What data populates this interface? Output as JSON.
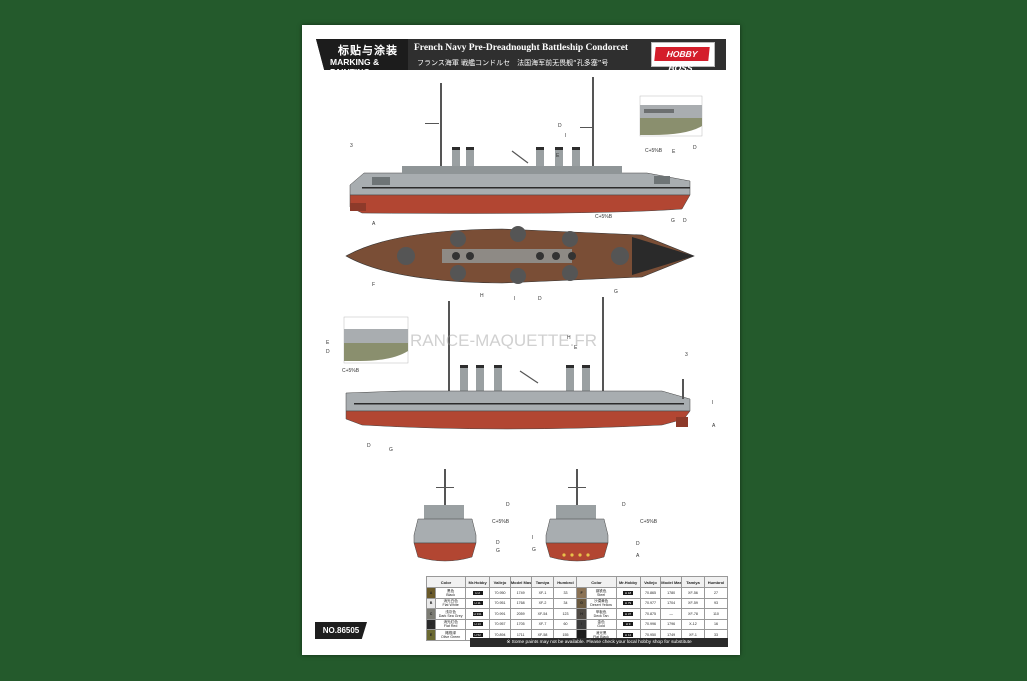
{
  "header": {
    "cn_title": "标贴与涂装",
    "en_title": "MARKING & PAINTING",
    "model_title": "French Navy Pre-Dreadnought Battleship Condorcet",
    "sub_title": "フランス海軍 戦艦コンドルセ　法国海军前无畏舰“孔多塞”号",
    "brand": "HOBBY BOSS"
  },
  "watermark": "RANCE-MAQUETTE.FR",
  "product_no": "NO.86505",
  "callouts": {
    "side_top": [
      "3",
      "D",
      "I",
      "E",
      "C+5%B",
      "C+5%B",
      "E",
      "D",
      "A",
      "G",
      "D",
      "G"
    ],
    "deck": [
      "F",
      "H",
      "I",
      "D",
      "G"
    ],
    "side_bottom": [
      "E",
      "D",
      "C+5%B",
      "H",
      "E",
      "3",
      "I",
      "A",
      "D",
      "G"
    ],
    "front_left": [
      "D",
      "C+5%B",
      "D",
      "G"
    ],
    "front_right": [
      "D",
      "C+5%B",
      "I",
      "G",
      "D",
      "A"
    ]
  },
  "colors": {
    "bg": "#245a2c",
    "hull_grey": "#a8adb0",
    "hull_red": "#b24632",
    "deck_wood": "#7a4e36",
    "brand_red": "#d41e2b"
  },
  "color_table": {
    "headers": [
      "Color",
      "Mr.Hobby",
      "Vallejo",
      "Model Master",
      "Tamiya",
      "Humbrol"
    ],
    "left": [
      {
        "code": "A",
        "name": "黑色",
        "en": "Black",
        "swatch": "#6a5a2a",
        "hobby": "H 2",
        "vallejo": "70.950",
        "mm": "1749",
        "tamiya": "XF-1",
        "humbrol": "33"
      },
      {
        "code": "B",
        "name": "消光白色",
        "en": "Flat White",
        "swatch": "#e8e8e8",
        "hobby": "H 11",
        "vallejo": "70.951",
        "mm": "1768",
        "tamiya": "XF-2",
        "humbrol": "34"
      },
      {
        "code": "C",
        "name": "浅灰色",
        "en": "Dark Sea Grey",
        "swatch": "#7c7c74",
        "hobby": "H 331",
        "vallejo": "70.991",
        "mm": "2059",
        "tamiya": "XF-54",
        "humbrol": "123"
      },
      {
        "code": "D",
        "name": "消光红色",
        "en": "Flat Red",
        "swatch": "#2a2a2a",
        "hobby": "H 13",
        "vallejo": "70.957",
        "mm": "1705",
        "tamiya": "XF-7",
        "humbrol": "60"
      },
      {
        "code": "E",
        "name": "橄榄绿",
        "en": "Olive Green",
        "swatch": "#6b6a32",
        "hobby": "H 52",
        "vallejo": "70.894",
        "mm": "1711",
        "tamiya": "XF-58",
        "humbrol": "155"
      }
    ],
    "right": [
      {
        "code": "F",
        "name": "钢铁色",
        "en": "Steel",
        "swatch": "#8b7356",
        "hobby": "H 18",
        "vallejo": "70.865",
        "mm": "1780",
        "tamiya": "XF-56",
        "humbrol": "27"
      },
      {
        "code": "G",
        "name": "沙漠黄色",
        "en": "Desert Yellow",
        "swatch": "#6b5a40",
        "hobby": "H 79",
        "vallejo": "70.977",
        "mm": "1704",
        "tamiya": "XF-59",
        "humbrol": "93"
      },
      {
        "code": "H",
        "name": "甲板色",
        "en": "Deck Tan",
        "swatch": "#4f4a44",
        "hobby": "H 37",
        "vallejo": "70.875",
        "mm": "—",
        "tamiya": "XF-78",
        "humbrol": "110"
      },
      {
        "code": "I",
        "name": "金色",
        "en": "Gold",
        "swatch": "#3b3b3b",
        "hobby": "H 9",
        "vallejo": "70.996",
        "mm": "1796",
        "tamiya": "X-12",
        "humbrol": "16"
      },
      {
        "code": "J",
        "name": "消光黑",
        "en": "Flat Black",
        "swatch": "#1b1b1b",
        "hobby": "H 12",
        "vallejo": "70.950",
        "mm": "1749",
        "tamiya": "XF-1",
        "humbrol": "33"
      }
    ]
  },
  "footnote": "※ Some paints may not be available. Please check your local hobby shop for substitute"
}
